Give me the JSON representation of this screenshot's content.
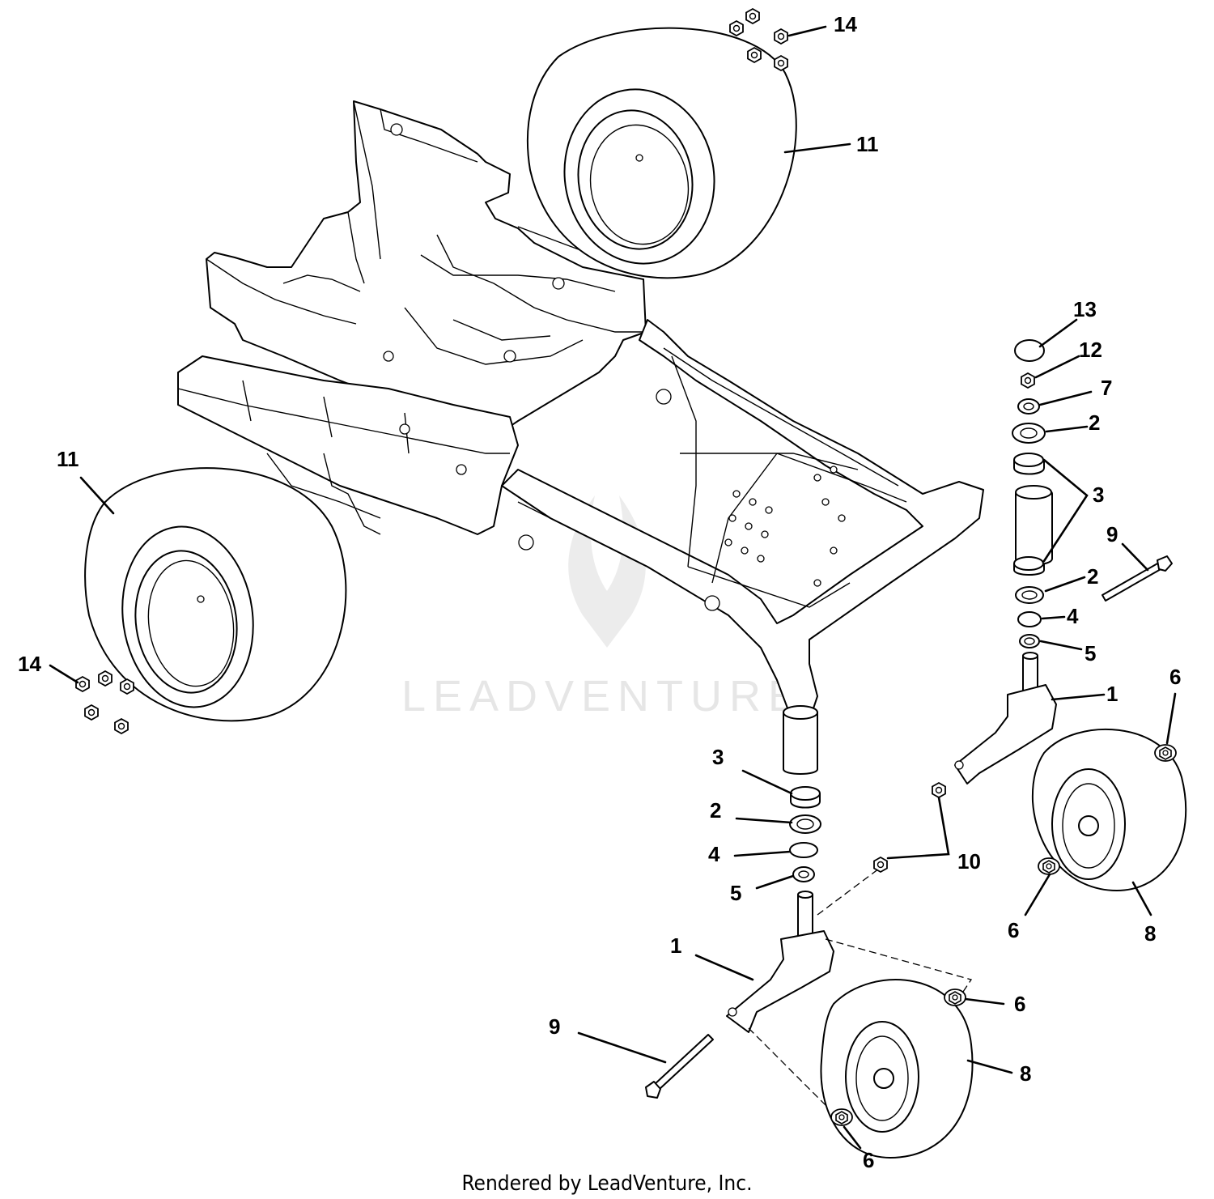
{
  "watermark": {
    "text": "LEADVENTURE"
  },
  "footer": {
    "text": "Rendered by LeadVenture, Inc."
  },
  "callouts": [
    {
      "id": "c14a",
      "label": "14"
    },
    {
      "id": "c11a",
      "label": "11"
    },
    {
      "id": "c13",
      "label": "13"
    },
    {
      "id": "c12",
      "label": "12"
    },
    {
      "id": "c7",
      "label": "7"
    },
    {
      "id": "c2a",
      "label": "2"
    },
    {
      "id": "c3a",
      "label": "3"
    },
    {
      "id": "c9a",
      "label": "9"
    },
    {
      "id": "c2b",
      "label": "2"
    },
    {
      "id": "c4a",
      "label": "4"
    },
    {
      "id": "c5a",
      "label": "5"
    },
    {
      "id": "c11b",
      "label": "11"
    },
    {
      "id": "c14b",
      "label": "14"
    },
    {
      "id": "c1a",
      "label": "1"
    },
    {
      "id": "c6a",
      "label": "6"
    },
    {
      "id": "c3b",
      "label": "3"
    },
    {
      "id": "c2c",
      "label": "2"
    },
    {
      "id": "c4b",
      "label": "4"
    },
    {
      "id": "c5b",
      "label": "5"
    },
    {
      "id": "c10",
      "label": "10"
    },
    {
      "id": "c6b",
      "label": "6"
    },
    {
      "id": "c8a",
      "label": "8"
    },
    {
      "id": "c1b",
      "label": "1"
    },
    {
      "id": "c6c",
      "label": "6"
    },
    {
      "id": "c9b",
      "label": "9"
    },
    {
      "id": "c8b",
      "label": "8"
    },
    {
      "id": "c6d",
      "label": "6"
    }
  ]
}
